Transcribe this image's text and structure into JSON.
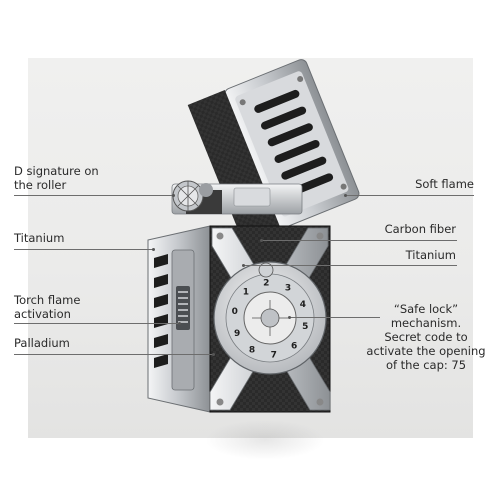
{
  "callouts": {
    "d_signature": "D signature on\nthe roller",
    "titanium_left": "Titanium",
    "torch_flame": "Torch flame\nactivation",
    "palladium": "Palladium",
    "soft_flame": "Soft flame",
    "carbon_fiber": "Carbon fiber",
    "titanium_right": "Titanium",
    "safe_lock": "“Safe lock”\nmechanism.\nSecret code to\nactivate the opening\nof the cap: 75"
  },
  "dial_digits": [
    "3",
    "4",
    "5",
    "6",
    "7",
    "8",
    "9",
    "0",
    "1",
    "2"
  ],
  "colors": {
    "carbon": "#2b2b2b",
    "steel": "#cfd2d5",
    "steel_dark": "#8e9296",
    "slot": "#1e1e1e"
  }
}
